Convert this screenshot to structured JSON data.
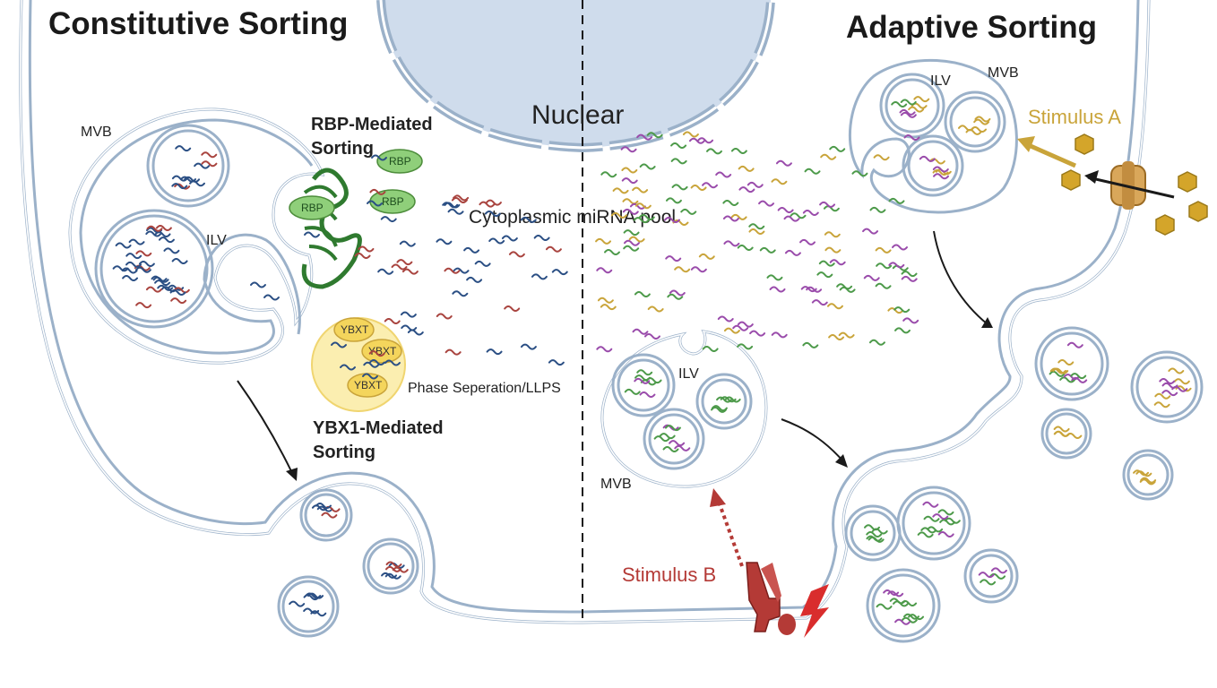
{
  "titles": {
    "left": "Constitutive Sorting",
    "right": "Adaptive Sorting"
  },
  "labels": {
    "nuclear": "Nuclear",
    "cytoplasmic_pool": "Cytoplasmic miRNA pool",
    "rbp_mediated_line1": "RBP-Mediated",
    "rbp_mediated_line2": "Sorting",
    "ybx1_mediated_line1": "YBX1-Mediated",
    "ybx1_mediated_line2": "Sorting",
    "phase_separation": "Phase Seperation/LLPS",
    "mvb_left": "MVB",
    "ilv_left": "ILV",
    "mvb_right_top": "MVB",
    "ilv_right_top": "ILV",
    "mvb_center": "MVB",
    "ilv_center": "ILV",
    "stimulus_a": "Stimulus A",
    "stimulus_b": "Stimulus B",
    "rbp_1": "RBP",
    "rbp_2": "RBP",
    "rbp_3": "RBP",
    "ybx_1": "YBXT",
    "ybx_2": "YBXT",
    "ybx_3": "YBXT"
  },
  "colors": {
    "membrane": "#9bb1c9",
    "nucleus_fill": "#cfdcec",
    "mirna_blue": "#2b4f84",
    "mirna_red": "#a9443f",
    "mirna_purple": "#9a4cab",
    "mirna_green": "#4d9a4a",
    "mirna_gold": "#c9a43a",
    "rbp_green": "#8fcf7a",
    "coil_green": "#2f7a2f",
    "ybx_yellow": "#f4d55c",
    "llps_yellow": "#fbeeb0",
    "stimulus_a_gold": "#c9a43a",
    "stimulus_b_red": "#b43a36"
  },
  "icons": [
    "nucleus",
    "multivesicular-body",
    "intraluminal-vesicle",
    "exosome",
    "rbp-protein",
    "ybx1-condensate",
    "receptor",
    "transporter",
    "lightning-bolt",
    "hexagon-ligand"
  ]
}
